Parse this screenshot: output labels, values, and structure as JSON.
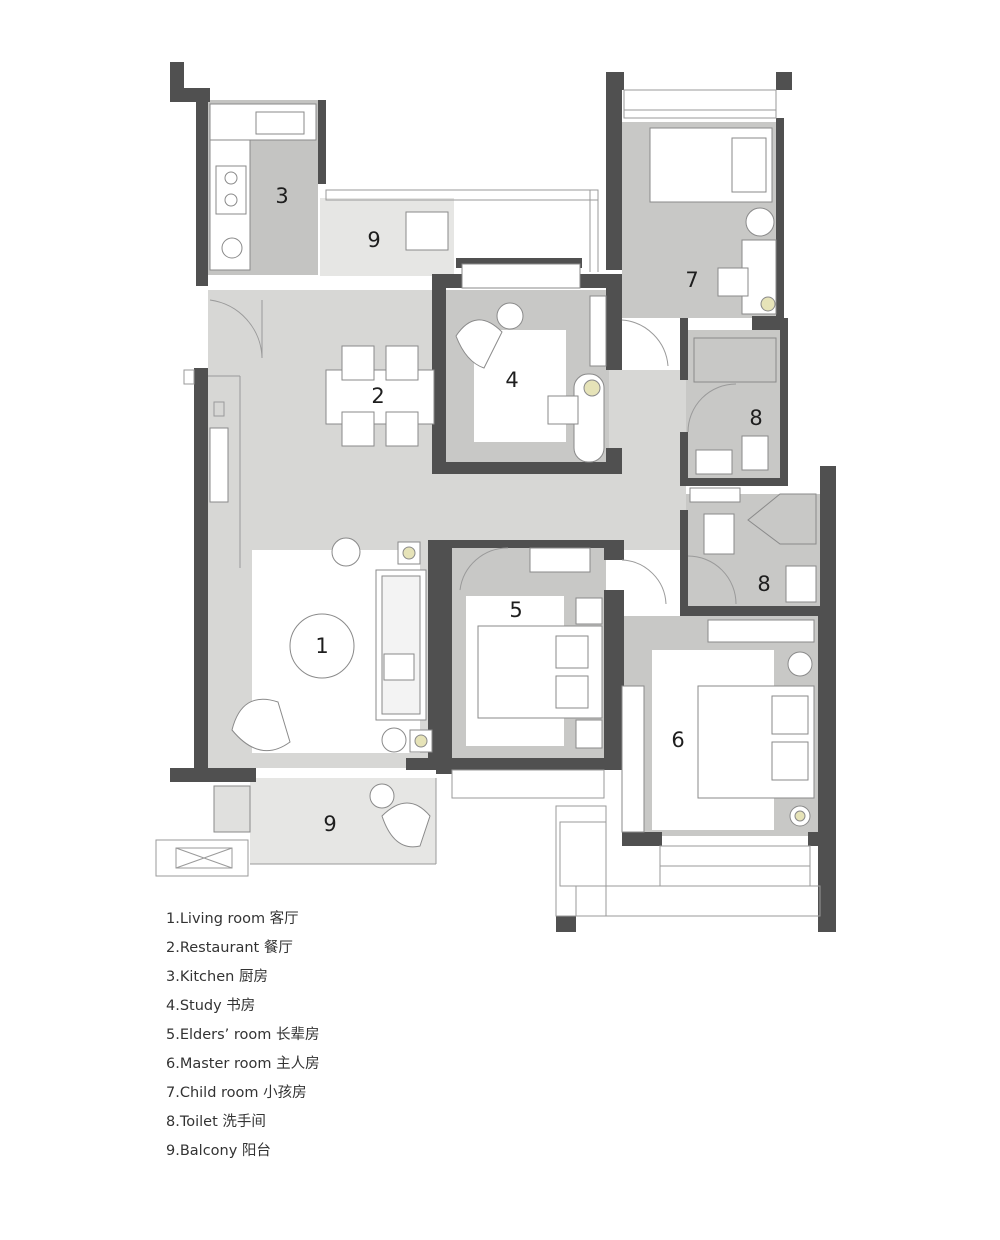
{
  "colors": {
    "wall": "#505050",
    "floor": "#d7d7d5",
    "room_floor": "#c8c8c6",
    "balcony": "#e8e8e6",
    "rug": "#ffffff",
    "furniture_stroke": "#8a8a8a",
    "text": "#333333"
  },
  "room_numbers": {
    "living": "1",
    "restaurant": "2",
    "kitchen": "3",
    "study": "4",
    "elders": "5",
    "master": "6",
    "child": "7",
    "toilet_upper": "8",
    "toilet_lower": "8",
    "balcony_upper": "9",
    "balcony_lower": "9"
  },
  "legend": [
    "1.Living room 客厅",
    "2.Restaurant 餐厅",
    "3.Kitchen 厨房",
    "4.Study 书房",
    "5.Elders’ room 长辈房",
    "6.Master room 主人房",
    "7.Child room 小孩房",
    "8.Toilet 洗手间",
    "9.Balcony 阳台"
  ]
}
